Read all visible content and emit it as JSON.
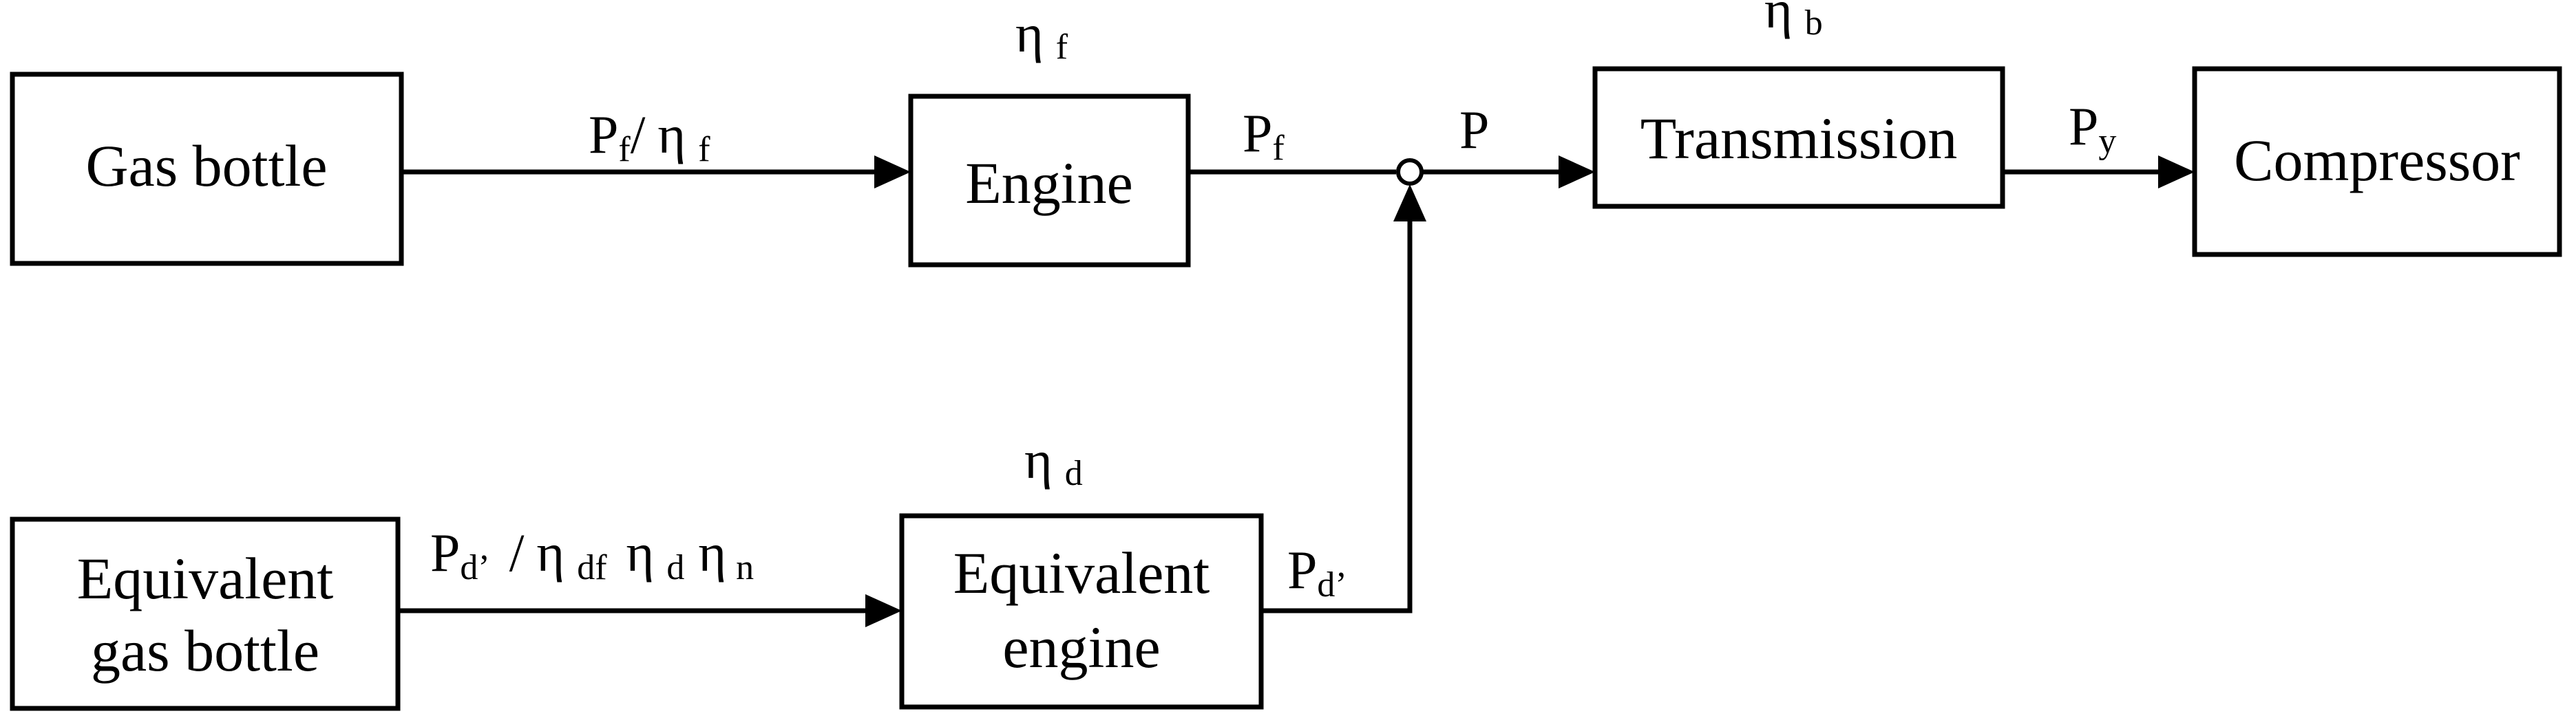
{
  "blocks": {
    "gas_bottle": "Gas bottle",
    "engine": "Engine",
    "transmission": "Transmission",
    "compressor": "Compressor",
    "equivalent_gas_bottle": [
      "Equivalent",
      "gas bottle"
    ],
    "equivalent_engine": [
      "Equivalent",
      "engine"
    ]
  },
  "labels": {
    "eta_f_top": {
      "base": "η",
      "sub": "f"
    },
    "eta_b_top": {
      "base": "η",
      "sub": "b"
    },
    "eta_d_top": {
      "base": "η",
      "sub": "d"
    },
    "gas_to_engine": {
      "p": "P",
      "p_sub": "f",
      "sep": "/",
      "eta": "η",
      "eta_sub": "f"
    },
    "engine_out": {
      "base": "P",
      "sub": "f"
    },
    "sum_out": "P",
    "trans_out": {
      "base": "P",
      "sub": "y"
    },
    "eq_gas_to_eq_engine": {
      "p": "P",
      "p_sub": "d’",
      "sep": "/",
      "eta1": "η",
      "eta1_sub": "df",
      "eta2": "η",
      "eta2_sub": "d",
      "eta3": "η",
      "eta3_sub": "n"
    },
    "eq_engine_out": {
      "base": "P",
      "sub": "d’"
    }
  }
}
